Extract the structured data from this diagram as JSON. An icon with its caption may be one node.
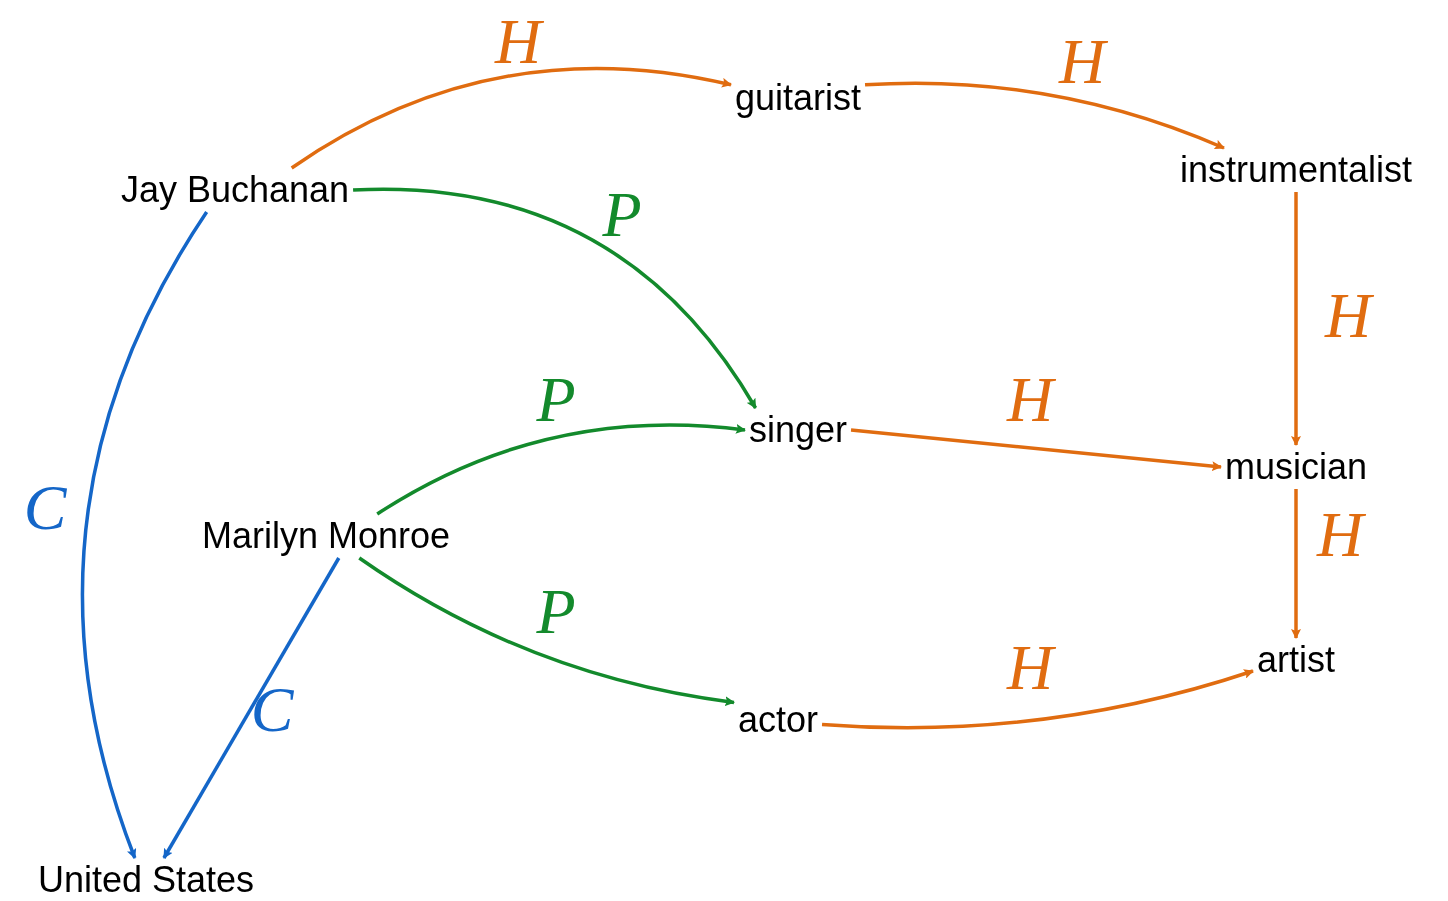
{
  "diagram": {
    "nodes": [
      {
        "text": [
          "Jay Buchanan"
        ]
      },
      {
        "text": [
          "guitarist"
        ]
      },
      {
        "text": [
          "instrumentalist"
        ]
      },
      {
        "text": [
          "singer"
        ]
      },
      {
        "text": [
          "musician"
        ]
      },
      {
        "text": [
          "Marilyn Monroe"
        ]
      },
      {
        "text": [
          "artist"
        ]
      },
      {
        "text": [
          "actor"
        ]
      },
      {
        "text": [
          "United States"
        ]
      }
    ],
    "edges": [
      {
        "from": 0,
        "to": 1,
        "arrow": "to",
        "label": "H",
        "color": "#e06c10"
      },
      {
        "from": 1,
        "to": 2,
        "arrow": "to",
        "label": "H",
        "color": "#e06c10"
      },
      {
        "from": 2,
        "to": 4,
        "arrow": "to",
        "label": "H",
        "color": "#e06c10"
      },
      {
        "from": 4,
        "to": 6,
        "arrow": "to",
        "label": "H",
        "color": "#e06c10"
      },
      {
        "from": 3,
        "to": 4,
        "arrow": "to",
        "label": "H",
        "color": "#e06c10"
      },
      {
        "from": 7,
        "to": 6,
        "arrow": "to",
        "label": "H",
        "color": "#e06c10"
      },
      {
        "from": 0,
        "to": 3,
        "arrow": "to",
        "label": "P",
        "color": "#138a2c"
      },
      {
        "from": 5,
        "to": 3,
        "arrow": "to",
        "label": "P",
        "color": "#138a2c"
      },
      {
        "from": 5,
        "to": 7,
        "arrow": "to",
        "label": "P",
        "color": "#138a2c"
      },
      {
        "from": 0,
        "to": 8,
        "arrow": "to",
        "label": "C",
        "color": "#1466c8"
      },
      {
        "from": 5,
        "to": 8,
        "arrow": "to",
        "label": "C",
        "color": "#1466c8"
      }
    ]
  }
}
